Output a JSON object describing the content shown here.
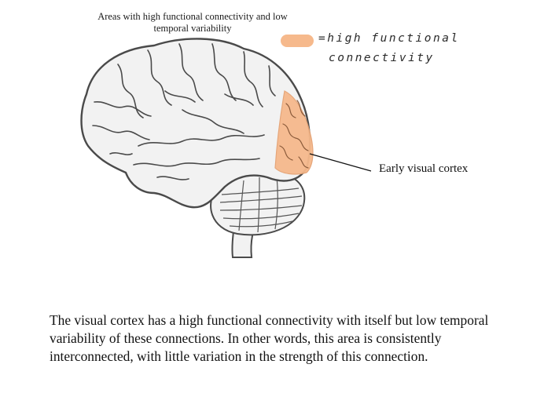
{
  "title_line1": "Areas with high functional connectivity and low",
  "title_line2": "temporal variability",
  "legend": {
    "swatch_color": "#f6b98c",
    "text_line1": "=high functional",
    "text_line2": "connectivity"
  },
  "callout_label": "Early visual cortex",
  "caption": "The visual cortex has a high functional connectivity with itself but low temporal variability of these connections. In other words, this area is consistently interconnected, with little variation in the strength of this connection.",
  "colors": {
    "brain_fill": "#f2f2f2",
    "brain_outline": "#4a4a4a",
    "highlight": "#f6b98c"
  }
}
